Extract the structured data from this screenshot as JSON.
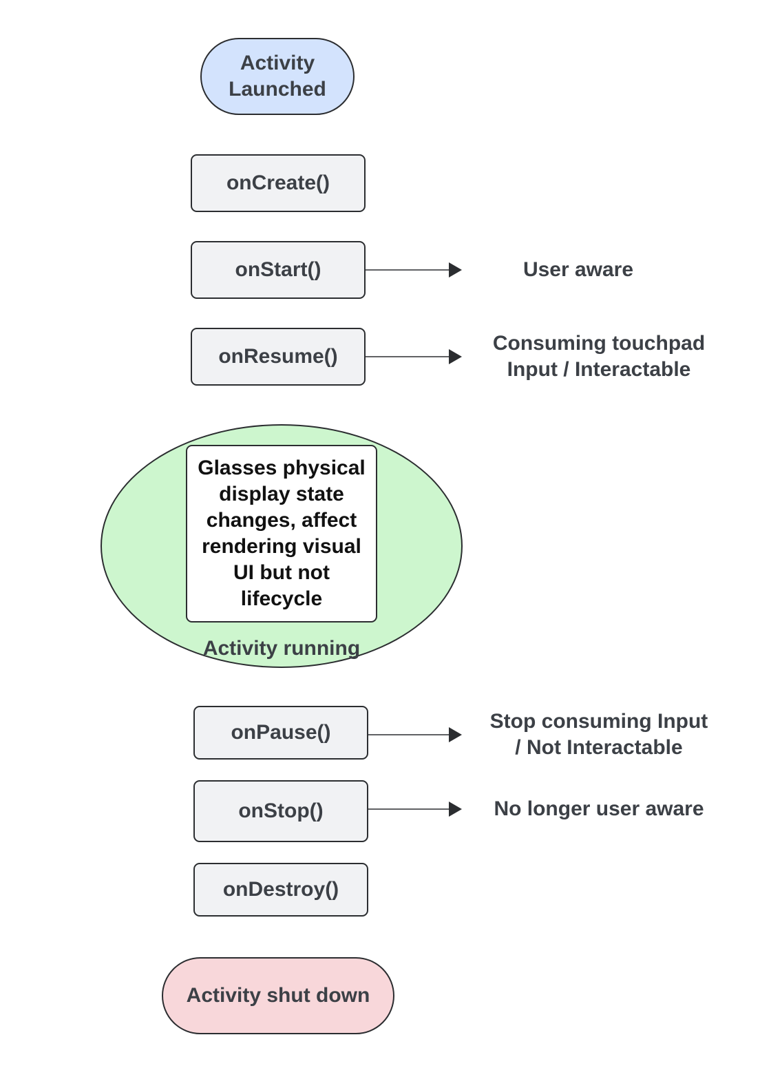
{
  "diagram": {
    "start": "Activity\nLaunched",
    "steps": {
      "create": "onCreate()",
      "start": "onStart()",
      "resume": "onResume()",
      "pause": "onPause()",
      "stop": "onStop()",
      "destroy": "onDestroy()"
    },
    "running": {
      "label": "Activity running",
      "note": "Glasses physical display state changes, affect rendering visual UI but not lifecycle"
    },
    "outcomes": {
      "start": "User aware",
      "resume": "Consuming touchpad\nInput / Interactable",
      "pause": "Stop consuming Input\n/ Not Interactable",
      "stop": "No longer user aware"
    },
    "end": "Activity shut down",
    "colors": {
      "start_fill": "#d3e3fd",
      "step_fill": "#f1f2f4",
      "running_fill": "#cdf6ce",
      "end_fill": "#f8d7da",
      "stroke": "#2b2d30",
      "text": "#3c4046"
    }
  }
}
